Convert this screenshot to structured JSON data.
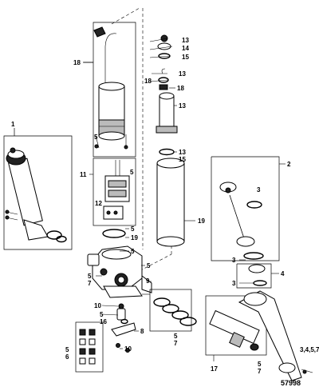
{
  "callouts": {
    "c1": "1",
    "c2": "2",
    "c3a": "3",
    "c3b": "3",
    "c3c": "3",
    "c4": "4",
    "c5a": "5",
    "c5b": "5",
    "c5c": "5",
    "c5d": "5",
    "c5e": "5",
    "c5_7a": "5\n7",
    "c5_7b": "5\n7",
    "c5_7c": "5\n7",
    "c5_6": "5\n6",
    "c5_16": "5\n16",
    "c8": "8",
    "c9": "9",
    "c10a": "10",
    "c10b": "10",
    "c11": "11",
    "c12": "12",
    "c13a": "13",
    "c13b": "13",
    "c13c": "13",
    "c13d": "13",
    "c14": "14",
    "c15a": "15",
    "c15b": "15",
    "c17": "17",
    "c18a": "18",
    "c18b": "18",
    "c18c": "18",
    "c19a": "19",
    "c19b": "19",
    "c3457": "3,4,5,7"
  },
  "reference_number": "57998",
  "icons": [
    "trim-cylinder-icon",
    "pump-motor-icon",
    "ram-icon",
    "manifold-icon",
    "o-ring-icon"
  ]
}
